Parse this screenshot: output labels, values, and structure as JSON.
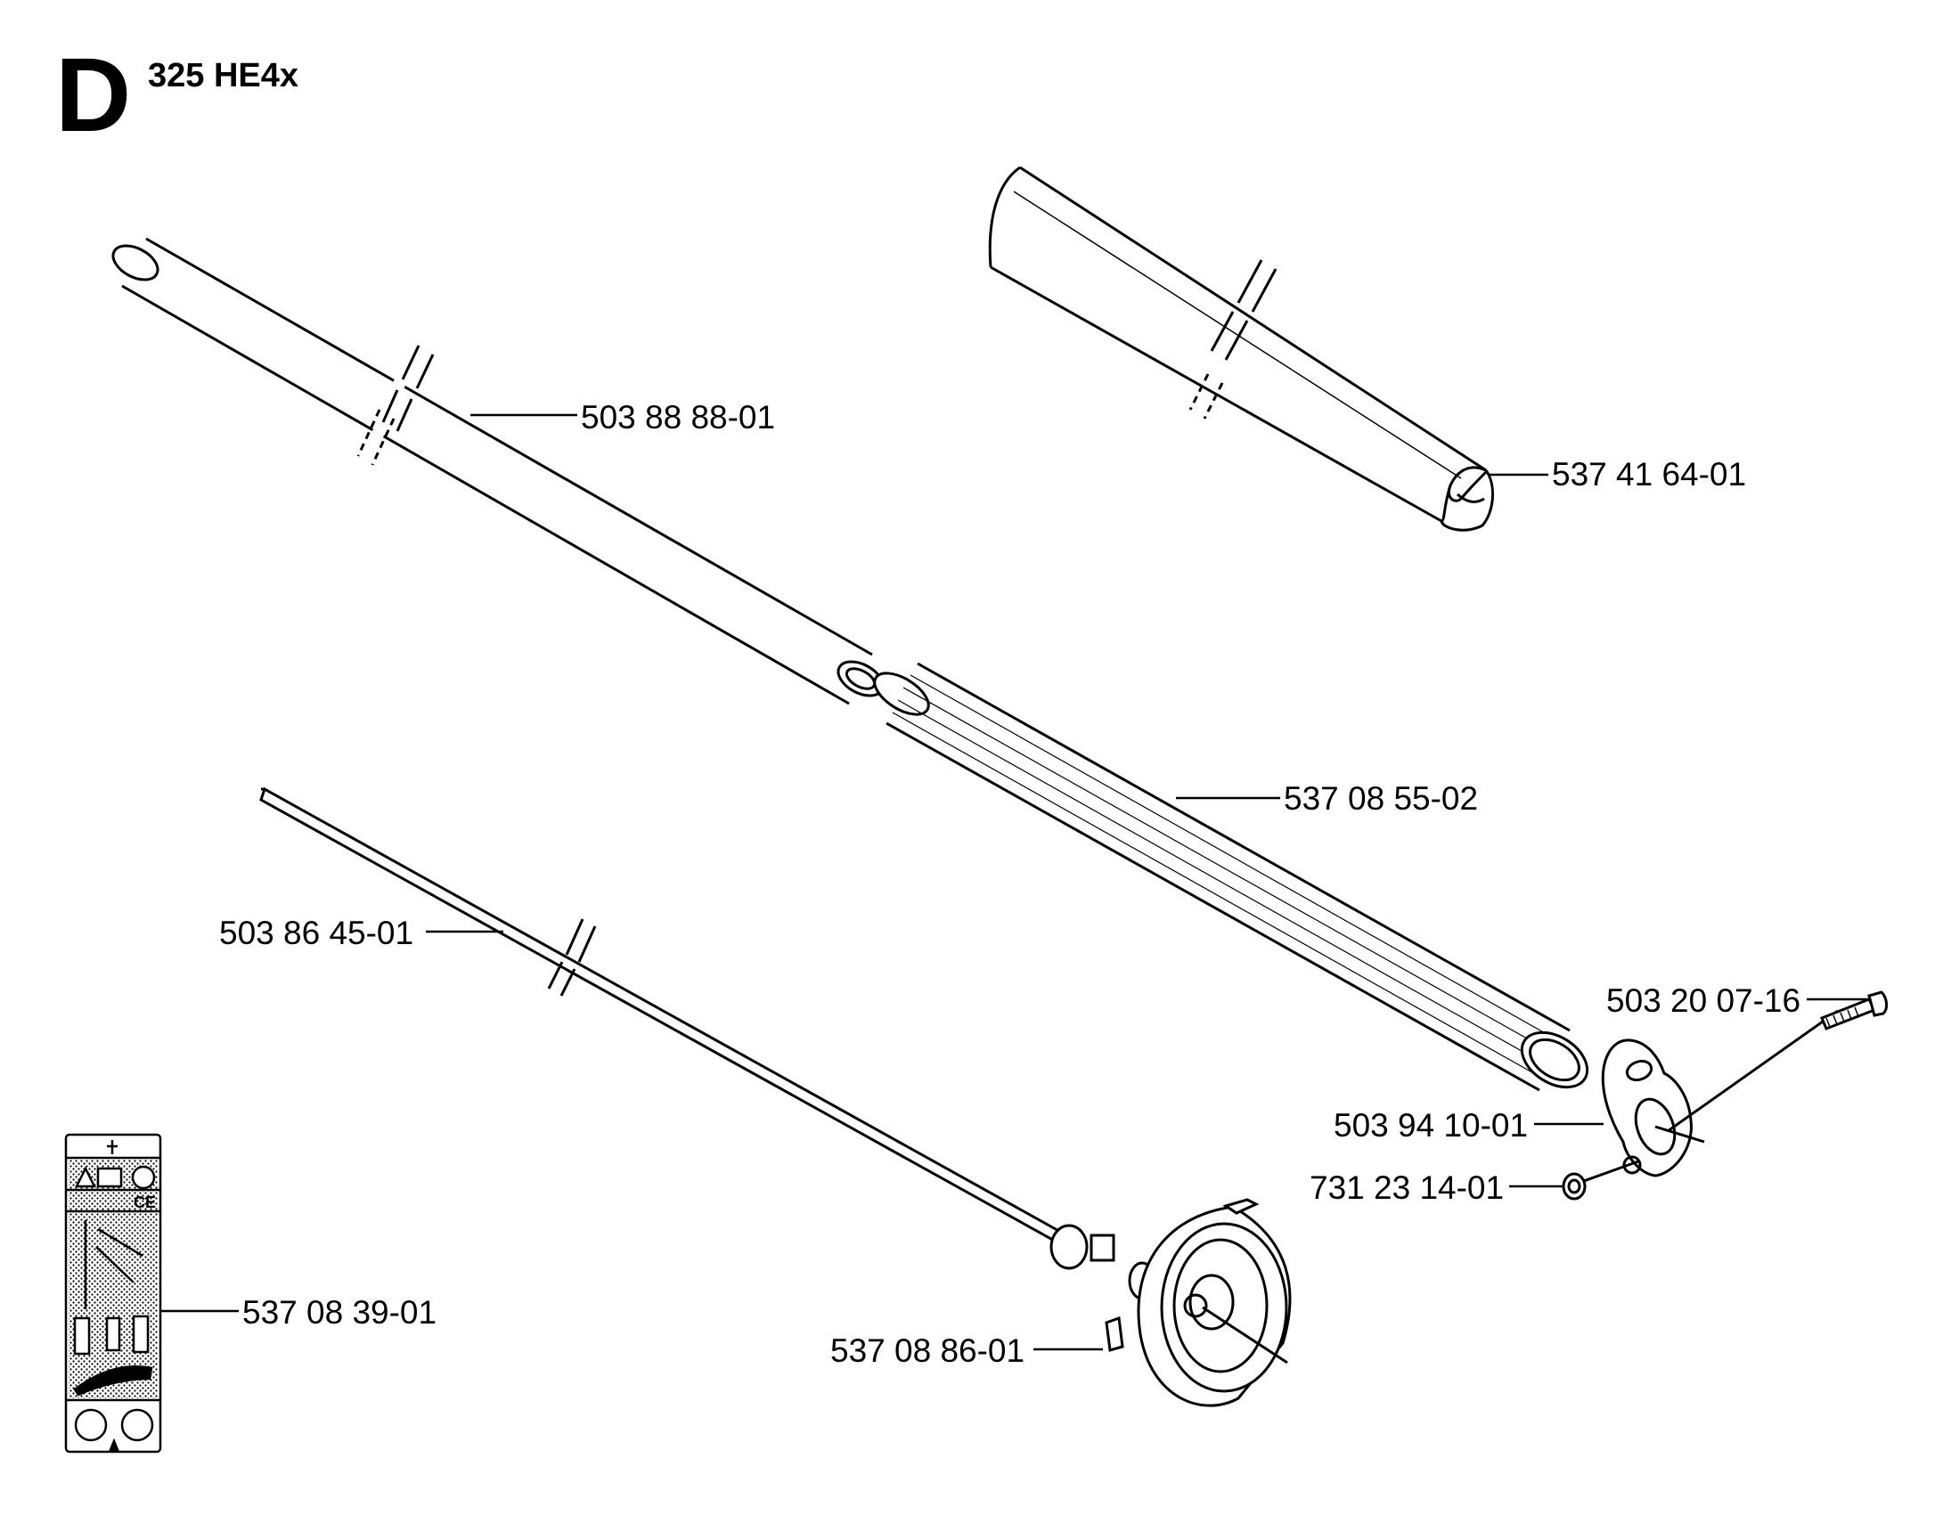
{
  "header": {
    "section_letter": "D",
    "model": "325 HE4x"
  },
  "parts": {
    "tube_upper": "503 88 88-01",
    "outer_tube": "537 41 64-01",
    "grip_tube": "537 08 55-02",
    "drive_shaft": "503 86 45-01",
    "screw": "503 20 07-16",
    "clamp": "503 94 10-01",
    "nut": "731 23 14-01",
    "decal": "537 08 39-01",
    "housing": "537 08 86-01"
  }
}
